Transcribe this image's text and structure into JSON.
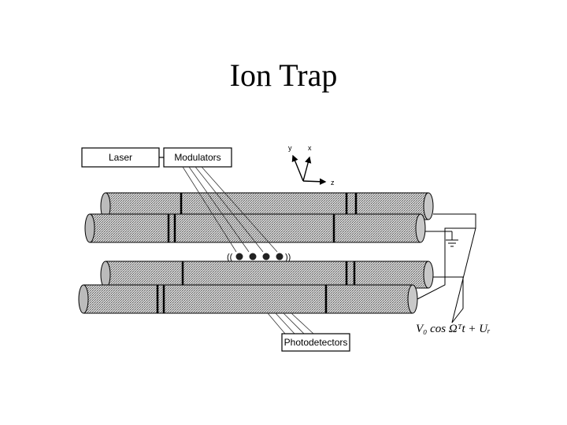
{
  "slide": {
    "title": "Ion Trap"
  },
  "diagram": {
    "boxes": {
      "laser": "Laser",
      "modulators": "Modulators",
      "photodetectors": "Photodetectors"
    },
    "axes": {
      "y": "y",
      "x": "x",
      "z": "z"
    },
    "equation": "V₀ cos Ωᵀt + Uᵣ",
    "ion_count": 4
  }
}
